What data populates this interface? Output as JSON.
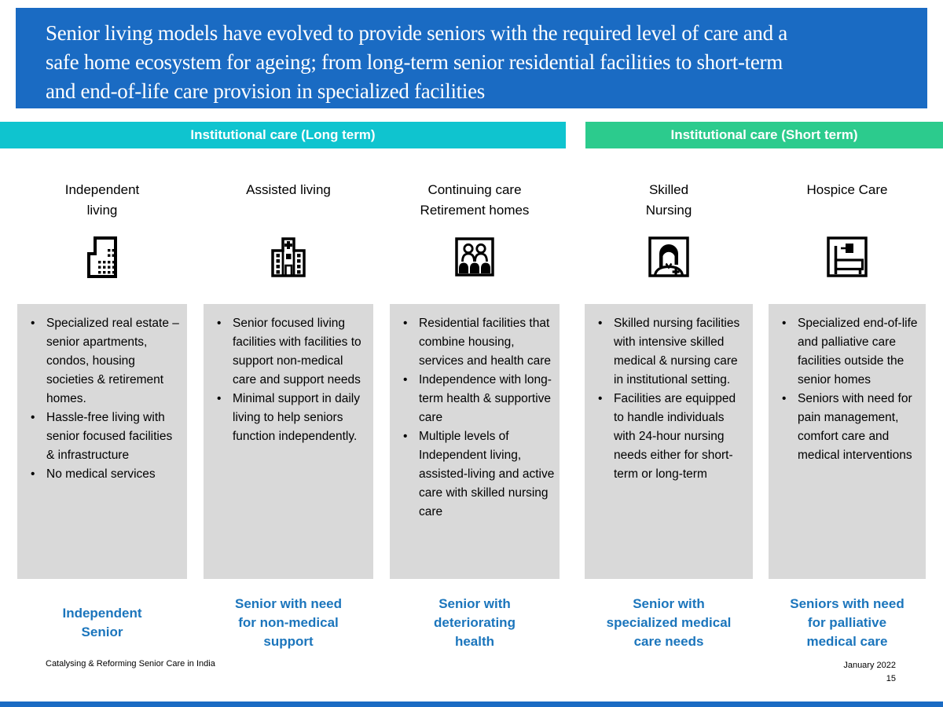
{
  "slide": {
    "title": "Senior living models have evolved to provide seniors with the required level of care and a\nsafe home ecosystem for ageing; from long-term senior residential facilities to short-term\nand end-of-life care provision in specialized facilities"
  },
  "section_bars": {
    "long_term": {
      "label": "Institutional care (Long term)",
      "color": "#0FC4CF"
    },
    "short_term": {
      "label": "Institutional care (Short term)",
      "color": "#2CCB8D"
    }
  },
  "columns": [
    {
      "header": "Independent\nliving",
      "icon": "building-icon",
      "bullets": [
        "Specialized real estate – senior apartments, condos, housing societies & retirement homes.",
        "Hassle-free living with senior focused facilities & infrastructure",
        "No medical services"
      ],
      "persona": "Independent\nSenior"
    },
    {
      "header": "Assisted living",
      "icon": "hospital-building-icon",
      "bullets": [
        "Senior focused living facilities with facilities to support non-medical care and support needs",
        "Minimal support in daily living to help seniors function independently."
      ],
      "persona": "Senior with need\nfor non-medical\nsupport"
    },
    {
      "header": "Continuing care\nRetirement homes",
      "icon": "people-group-icon",
      "bullets": [
        "Residential facilities that combine housing, services and health care",
        "Independence with long-term health & supportive care",
        "Multiple levels of Independent living, assisted-living and active care with skilled nursing care"
      ],
      "persona": "Senior with\ndeteriorating\nhealth"
    },
    {
      "header": "Skilled\nNursing",
      "icon": "nurse-icon",
      "bullets": [
        "Skilled nursing facilities with intensive skilled medical & nursing care in institutional setting.",
        "Facilities are equipped to handle individuals with 24-hour nursing needs either for short-term or long-term"
      ],
      "persona": "Senior with\nspecialized medical\ncare needs"
    },
    {
      "header": "Hospice Care",
      "icon": "hospice-bed-icon",
      "bullets": [
        "Specialized end-of-life and palliative care facilities outside the senior homes",
        "Seniors with need for pain management, comfort care and medical interventions"
      ],
      "persona": "Seniors with need\nfor palliative\nmedical care"
    }
  ],
  "footer": {
    "left": "Catalysing & Reforming Senior Care in India",
    "date": "January 2022",
    "page": "15"
  },
  "colors": {
    "banner_blue": "#1A6BC3",
    "long_term_cyan": "#0FC4CF",
    "short_term_green": "#2CCB8D",
    "card_gray": "#D9D9D9",
    "persona_blue": "#1B75BC"
  }
}
